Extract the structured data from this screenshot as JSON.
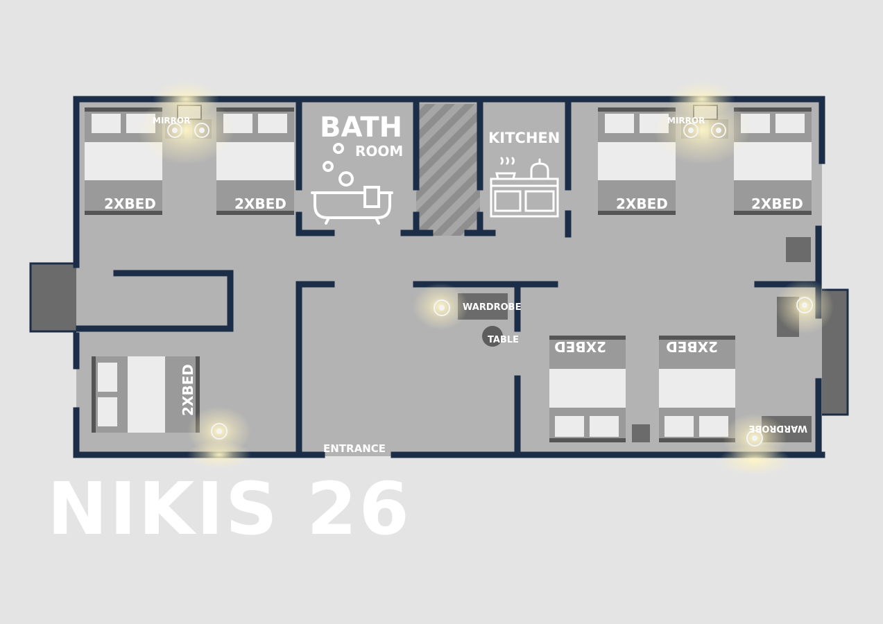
{
  "title": "NIKIS 26",
  "rooms": {
    "bath_line1": "BATH",
    "bath_line2": "ROOM",
    "kitchen": "KITCHEN"
  },
  "labels": {
    "bed": "2XBED",
    "mirror": "MIRROR",
    "wardrobe": "WARDROBE",
    "table": "TABLE",
    "entrance": "ENTRANCE"
  },
  "colors": {
    "wall": "#1c2d47",
    "floor": "#b3b3b3",
    "background": "#e4e4e4",
    "furniture": "#6b6b6b",
    "light": "#fff3c0"
  },
  "icons": [
    "bathtub-icon",
    "bubbles-icon",
    "stove-icon",
    "light-icon"
  ]
}
